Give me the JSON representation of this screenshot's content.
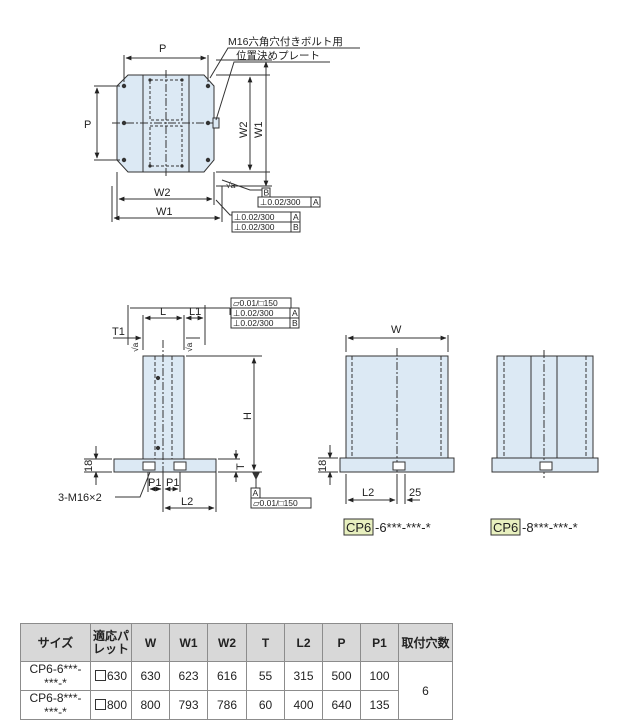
{
  "labels": {
    "top_P": "P",
    "side_P": "P",
    "top_W2": "W2",
    "top_W1": "W1",
    "bottom_W2": "W2",
    "bottom_W1": "W1",
    "bolt_note": "M16六角穴付きボルト用",
    "plate_note": "位置決めプレート",
    "datum_B": "B",
    "datum_A": "A",
    "side_L": "L",
    "side_L1": "L1",
    "side_T1": "T1",
    "side_H": "H",
    "side_T": "T",
    "side_18": "18",
    "side_P1a": "P1",
    "side_P1b": "P1",
    "side_L2": "L2",
    "bolts": "3-M16×2",
    "front6_W": "W",
    "front6_18": "18",
    "front6_L2": "L2",
    "front6_25": "25",
    "surf_a": "√a",
    "surf_b": "√a"
  },
  "tolerances": {
    "perp_B": "⊥0.02/300",
    "perp_B_ref": "A",
    "perp_stack_1": "⊥0.02/300",
    "perp_stack_1_ref": "A",
    "perp_stack_2": "⊥0.02/300",
    "perp_stack_2_ref": "B",
    "side_flat": "⏥0.01/□150",
    "side_perp_1": "⊥0.02/300",
    "side_perp_1_ref": "A",
    "side_perp_2": "⊥0.02/300",
    "side_perp_2_ref": "B",
    "base_flat": "⏥0.01/□150"
  },
  "captions": {
    "cp6_6_box": "CP6",
    "cp6_6_suffix": "-6***-***-*",
    "cp6_8_box": "CP6",
    "cp6_8_suffix": "-8***-***-*"
  },
  "table": {
    "headers": [
      "サイズ",
      "適応パレット",
      "W",
      "W1",
      "W2",
      "T",
      "L2",
      "P",
      "P1",
      "取付穴数"
    ],
    "rows": [
      {
        "size": "CP6-6***-***-*",
        "pallet": "630",
        "W": "630",
        "W1": "623",
        "W2": "616",
        "T": "55",
        "L2": "315",
        "P": "500",
        "P1": "100"
      },
      {
        "size": "CP6-8***-***-*",
        "pallet": "800",
        "W": "800",
        "W1": "793",
        "W2": "786",
        "T": "60",
        "L2": "400",
        "P": "640",
        "P1": "135"
      }
    ],
    "holes": "6"
  },
  "colors": {
    "fill": "#dce9f4",
    "line": "#333333",
    "caption_box": "#e8f0bf"
  }
}
